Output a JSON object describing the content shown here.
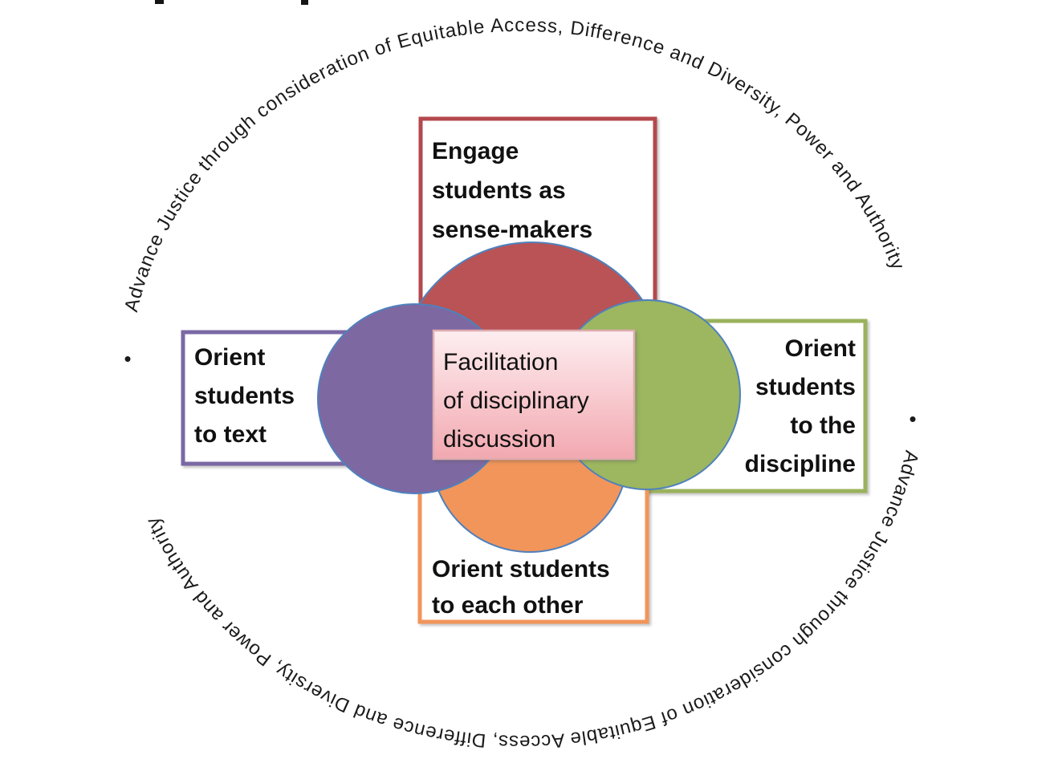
{
  "diagram": {
    "ring": {
      "bullet": "•",
      "item1": "Advance Justice through consideration of Equitable Access, Difference and Diversity, Power and Authority",
      "item2": "Advance Justice through consideration of Equitable Access, Difference and Diversity, Power and Authority"
    },
    "top_box": {
      "lines": [
        "Engage",
        "students as",
        "sense-makers"
      ]
    },
    "left_box": {
      "lines": [
        "Orient",
        "students",
        "to text"
      ]
    },
    "right_box": {
      "lines": [
        "Orient",
        "students",
        "to the",
        "discipline"
      ]
    },
    "bottom_box": {
      "lines": [
        "Orient students",
        "to each other"
      ]
    },
    "center_box": {
      "lines": [
        "Facilitation",
        "of disciplinary",
        "discussion"
      ]
    },
    "colors": {
      "circle_red": "#b95355",
      "circle_purple": "#7d68a2",
      "circle_green": "#9cb75f",
      "circle_orange": "#f2955a",
      "circle_stroke": "#4f81bd",
      "box_red_border": "#b4494e",
      "box_purple_border": "#7a67a5",
      "box_green_border": "#9ab35c",
      "box_orange_border": "#f2955a",
      "center_fill_top": "#fdeef0",
      "center_fill_bottom": "#f2a8b0",
      "center_border": "#dfacb0",
      "text": "#111111"
    }
  }
}
